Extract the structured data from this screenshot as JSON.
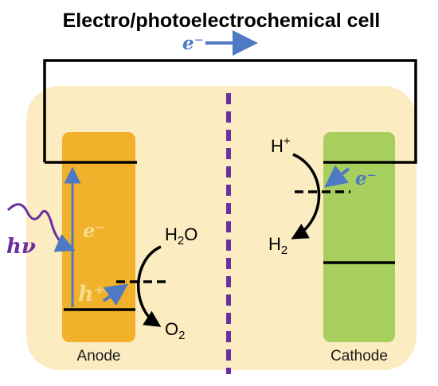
{
  "title": "Electro/photoelectrochemical cell",
  "anode": {
    "label": "Anode",
    "electron": "e⁻",
    "hole": "h⁺",
    "photon": "hν"
  },
  "cathode": {
    "label": "Cathode",
    "electron": "e⁻"
  },
  "circuit": {
    "electron": "e⁻"
  },
  "chemistry": {
    "water": {
      "main": "H",
      "sub": "2",
      "tail": "O"
    },
    "oxygen": {
      "main": "O",
      "sub": "2"
    },
    "proton": {
      "main": "H",
      "sup": "+"
    },
    "hydrogen": {
      "main": "H",
      "sub": "2"
    }
  },
  "colors": {
    "cell_background": "#fcecc2",
    "anode": "#f1b12a",
    "cathode": "#a7cf5e",
    "membrane": "#6a2fa0",
    "arrow": "#4e79c4",
    "electron_label": "#4e79c4",
    "photon_label": "#6a2fa0",
    "anode_electron_label": "#f7dc8e",
    "hole_label": "#f7dc8e"
  }
}
